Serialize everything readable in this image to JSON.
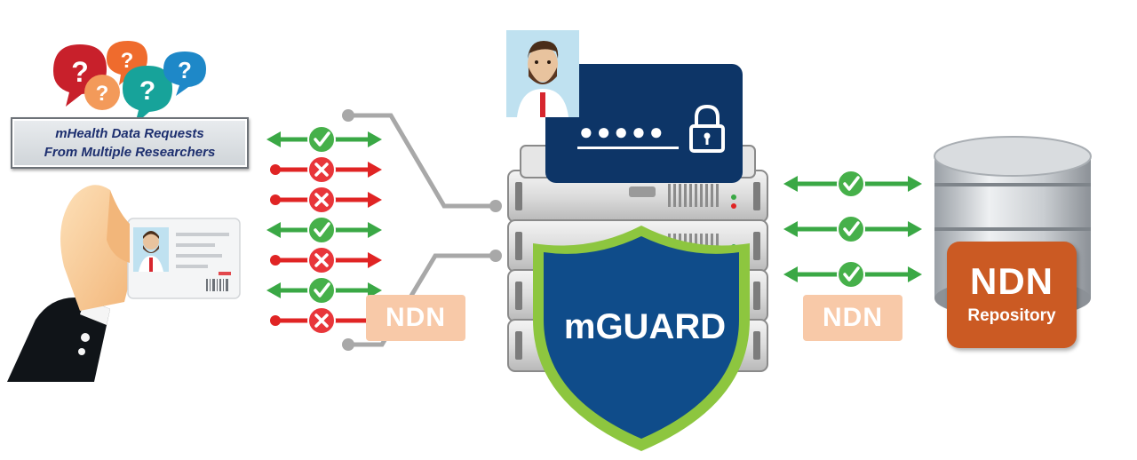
{
  "requests_label": {
    "line1": "mHealth Data Requests",
    "line2": "From Multiple Researchers"
  },
  "network_labels": {
    "left": "NDN",
    "right": "NDN"
  },
  "guard": {
    "label": "mGUARD",
    "login_password_mask": "●●●●●"
  },
  "repository": {
    "title": "NDN",
    "subtitle": "Repository"
  },
  "question_glyph": "?",
  "left_requests": [
    {
      "status": "approved"
    },
    {
      "status": "denied"
    },
    {
      "status": "denied"
    },
    {
      "status": "approved"
    },
    {
      "status": "denied"
    },
    {
      "status": "approved"
    },
    {
      "status": "denied"
    }
  ],
  "right_links": [
    {
      "status": "approved"
    },
    {
      "status": "approved"
    },
    {
      "status": "approved"
    }
  ],
  "colors": {
    "approved": "#3aa845",
    "denied": "#e02424",
    "approved_badge": "#46b04a",
    "denied_badge": "#e8363a",
    "shield_fill": "#0f4c8a",
    "shield_border": "#8dc63f",
    "login_panel": "#0d3567",
    "ndn_tag": "#f8c9a8",
    "repository": "#cb5a23",
    "connector": "#a8a8a8"
  }
}
